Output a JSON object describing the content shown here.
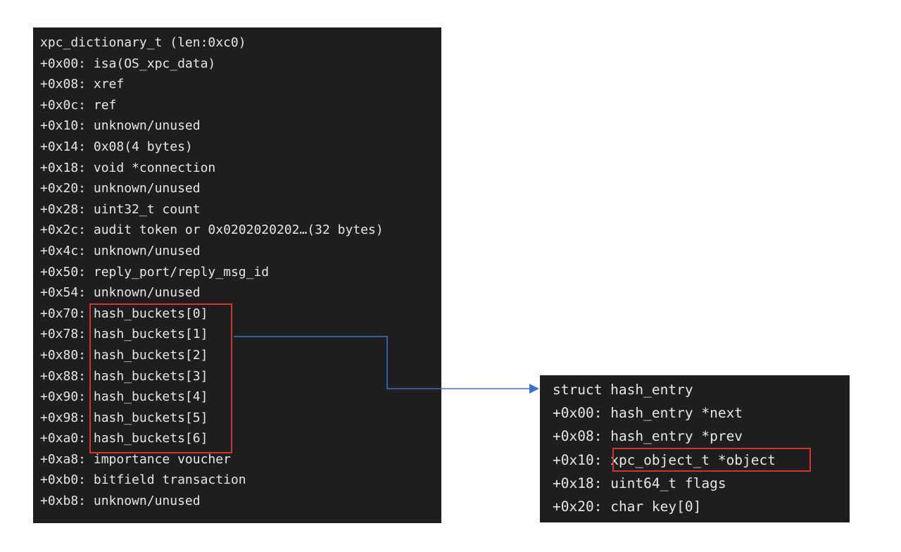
{
  "xpc_dictionary": {
    "title": "xpc_dictionary_t (len:0xc0)",
    "fields": [
      {
        "offset": "+0x00:",
        "name": "isa(OS_xpc_data)"
      },
      {
        "offset": "+0x08:",
        "name": "xref"
      },
      {
        "offset": "+0x0c:",
        "name": "ref"
      },
      {
        "offset": "+0x10:",
        "name": "unknown/unused"
      },
      {
        "offset": "+0x14:",
        "name": "0x08(4 bytes)"
      },
      {
        "offset": "+0x18:",
        "name": "void *connection"
      },
      {
        "offset": "+0x20:",
        "name": "unknown/unused"
      },
      {
        "offset": "+0x28:",
        "name": "uint32_t count"
      },
      {
        "offset": "+0x2c:",
        "name": "audit token or 0x0202020202…(32 bytes)"
      },
      {
        "offset": "+0x4c:",
        "name": "unknown/unused"
      },
      {
        "offset": "+0x50:",
        "name": "reply_port/reply_msg_id"
      },
      {
        "offset": "+0x54:",
        "name": "unknown/unused"
      },
      {
        "offset": "+0x70:",
        "name": "hash_buckets[0]"
      },
      {
        "offset": "+0x78:",
        "name": "hash_buckets[1]"
      },
      {
        "offset": "+0x80:",
        "name": "hash_buckets[2]"
      },
      {
        "offset": "+0x88:",
        "name": "hash_buckets[3]"
      },
      {
        "offset": "+0x90:",
        "name": "hash_buckets[4]"
      },
      {
        "offset": "+0x98:",
        "name": "hash_buckets[5]"
      },
      {
        "offset": "+0xa0:",
        "name": "hash_buckets[6]"
      },
      {
        "offset": "+0xa8:",
        "name": "importance voucher"
      },
      {
        "offset": "+0xb0:",
        "name": "bitfield transaction"
      },
      {
        "offset": "+0xb8:",
        "name": "unknown/unused"
      }
    ]
  },
  "hash_entry": {
    "title": "struct hash_entry",
    "fields": [
      {
        "offset": "+0x00:",
        "name": "hash_entry *next"
      },
      {
        "offset": "+0x08:",
        "name": "hash_entry *prev"
      },
      {
        "offset": "+0x10:",
        "name": "xpc_object_t *object"
      },
      {
        "offset": "+0x18:",
        "name": "uint64_t flags"
      },
      {
        "offset": "+0x20:",
        "name": "char key[0]"
      }
    ]
  },
  "colors": {
    "panel_bg": "#1e1e1e",
    "text": "#e6e6e6",
    "highlight_border": "#d1342b",
    "connector": "#3b6fd1"
  }
}
